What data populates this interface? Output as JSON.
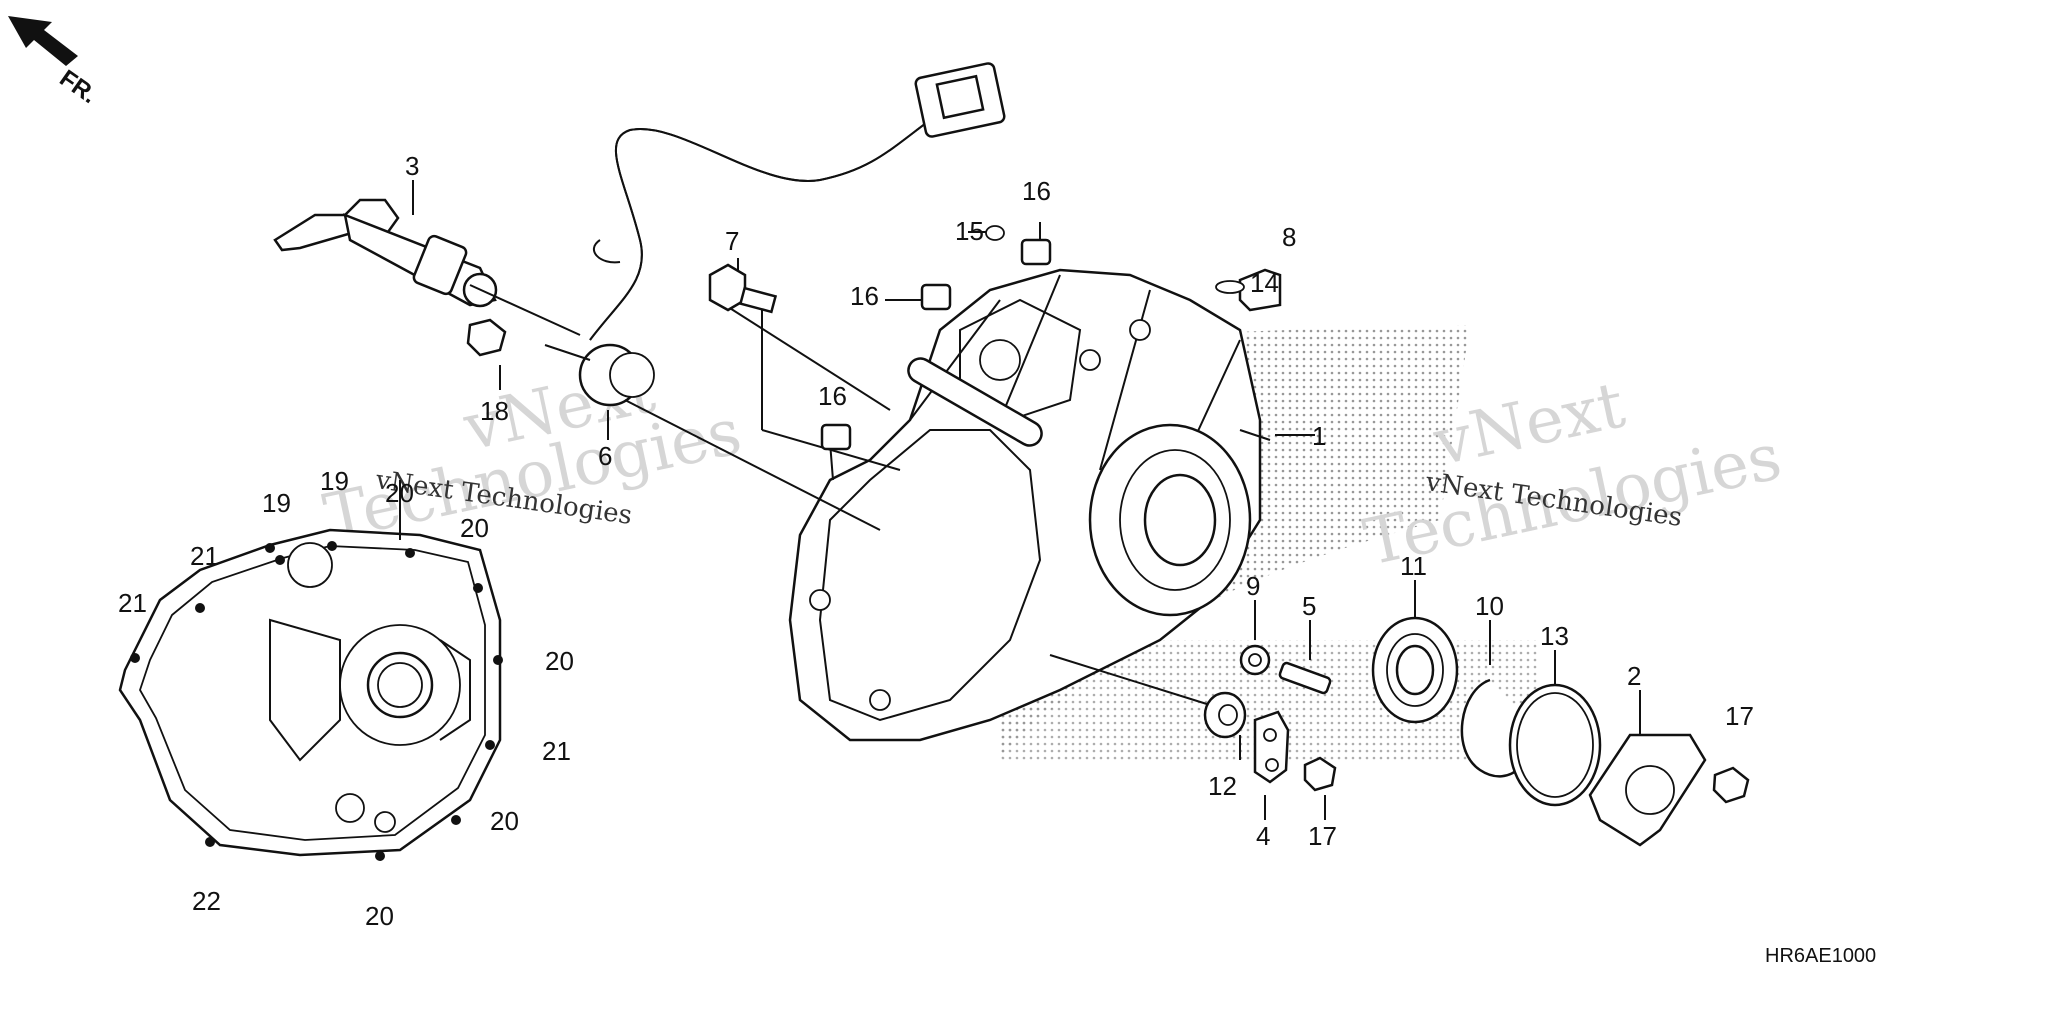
{
  "diagram": {
    "orientation_label": "FR.",
    "drawing_code": "HR6AE1000",
    "watermark": {
      "line1": "vNext",
      "line2": "Technologies",
      "caption": "vNext Technologies"
    },
    "callouts": [
      "1",
      "2",
      "3",
      "4",
      "5",
      "6",
      "7",
      "8",
      "9",
      "10",
      "11",
      "12",
      "13",
      "14",
      "15",
      "16",
      "17",
      "18",
      "19",
      "20",
      "21",
      "22"
    ],
    "colors": {
      "ink": "#111111",
      "paper": "#ffffff",
      "watermark": "#d6d6d6"
    }
  }
}
